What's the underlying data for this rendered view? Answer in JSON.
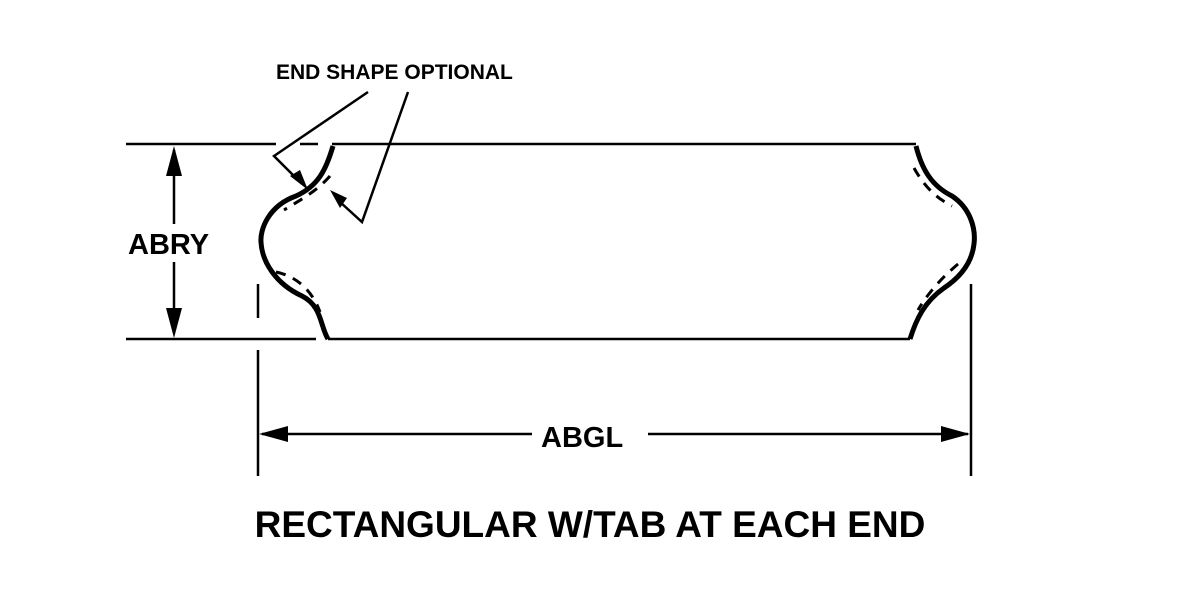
{
  "diagram": {
    "callout": "END SHAPE OPTIONAL",
    "height_dimension": "ABRY",
    "length_dimension": "ABGL",
    "caption": "RECTANGULAR W/TAB AT EACH END",
    "colors": {
      "ink": "#000000",
      "background": "#ffffff"
    }
  }
}
